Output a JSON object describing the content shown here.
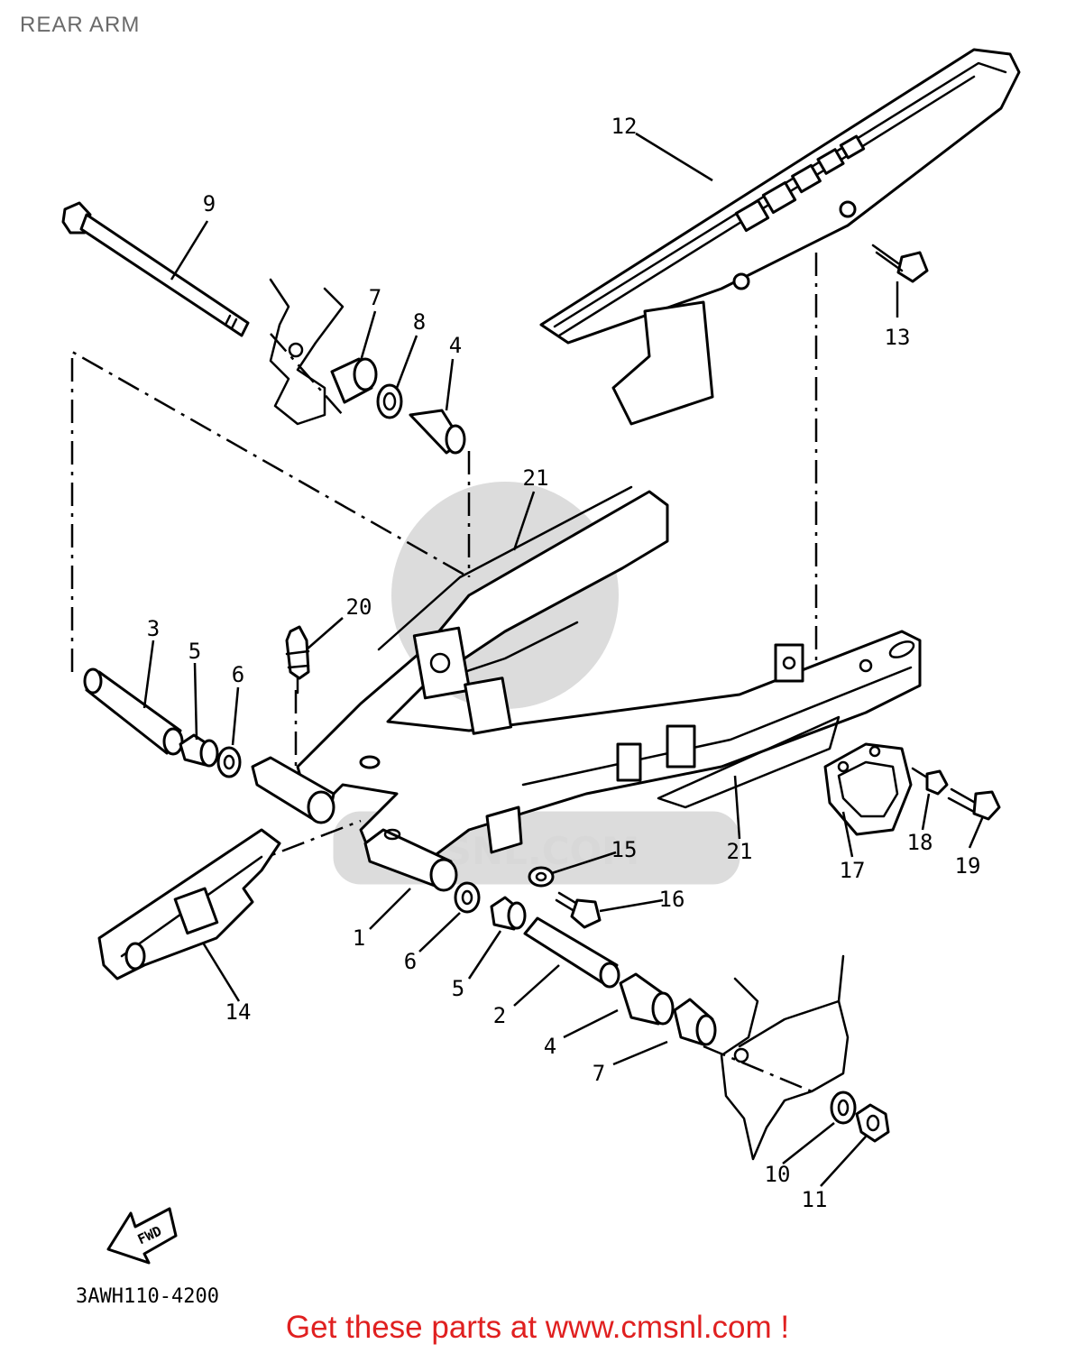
{
  "page": {
    "title": "REAR ARM",
    "diagram_code": "3AWH110-4200",
    "promo": "Get these parts at www.cmsnl.com !",
    "direction_label": "FWD",
    "watermark": "CMSNL.COM"
  },
  "colors": {
    "promo": "#e02020",
    "title": "#6a6a6a",
    "line": "#000000",
    "watermark": "#d9d9d9"
  },
  "callouts": {
    "c1": "1",
    "c2": "2",
    "c3": "3",
    "c4a": "4",
    "c4b": "4",
    "c5a": "5",
    "c5b": "5",
    "c6a": "6",
    "c6b": "6",
    "c7a": "7",
    "c7b": "7",
    "c8": "8",
    "c9": "9",
    "c10": "10",
    "c11": "11",
    "c12": "12",
    "c13": "13",
    "c14": "14",
    "c15": "15",
    "c16": "16",
    "c17": "17",
    "c18": "18",
    "c19": "19",
    "c20": "20",
    "c21a": "21",
    "c21b": "21"
  }
}
